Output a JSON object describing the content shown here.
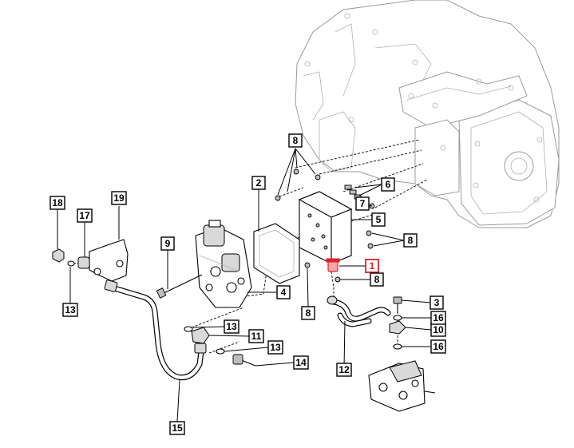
{
  "callouts": [
    {
      "id": "c1",
      "label": "1",
      "highlighted": true
    },
    {
      "id": "c2",
      "label": "2"
    },
    {
      "id": "c3",
      "label": "3"
    },
    {
      "id": "c4",
      "label": "4"
    },
    {
      "id": "c5",
      "label": "5"
    },
    {
      "id": "c6",
      "label": "6"
    },
    {
      "id": "c7",
      "label": "7"
    },
    {
      "id": "c8a",
      "label": "8"
    },
    {
      "id": "c8b",
      "label": "8"
    },
    {
      "id": "c8c",
      "label": "8"
    },
    {
      "id": "c8d",
      "label": "8"
    },
    {
      "id": "c9",
      "label": "9"
    },
    {
      "id": "c10",
      "label": "10"
    },
    {
      "id": "c11",
      "label": "11"
    },
    {
      "id": "c12",
      "label": "12"
    },
    {
      "id": "c13a",
      "label": "13"
    },
    {
      "id": "c13b",
      "label": "13"
    },
    {
      "id": "c13c",
      "label": "13"
    },
    {
      "id": "c14",
      "label": "14"
    },
    {
      "id": "c15",
      "label": "15"
    },
    {
      "id": "c16a",
      "label": "16"
    },
    {
      "id": "c16b",
      "label": "16"
    },
    {
      "id": "c17",
      "label": "17"
    },
    {
      "id": "c18",
      "label": "18"
    },
    {
      "id": "c19",
      "label": "19"
    }
  ],
  "colors": {
    "highlight": "#e0202a",
    "line": "#000000",
    "ghost_housing": "#9a9a9a"
  }
}
